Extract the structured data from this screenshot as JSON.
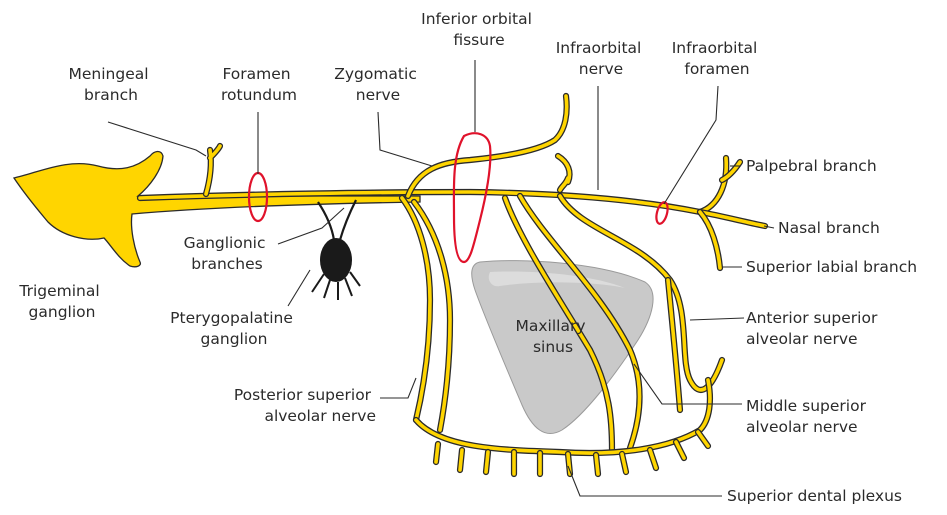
{
  "colors": {
    "nerve": "#ffd500",
    "nerve_outline": "#2b2b2b",
    "foramen_ring": "#e0122b",
    "sinus_fill": "#c9c9c9",
    "ganglion_fill": "#1a1a1a",
    "label_text": "#2b2b2b"
  },
  "labels": {
    "meningeal_branch": [
      "Meningeal",
      "branch"
    ],
    "foramen_rotundum": [
      "Foramen",
      "rotundum"
    ],
    "zygomatic_nerve": [
      "Zygomatic",
      "nerve"
    ],
    "inferior_orbital_fissure": [
      "Inferior orbital",
      "fissure"
    ],
    "infraorbital_nerve": [
      "Infraorbital",
      "nerve"
    ],
    "infraorbital_foramen": [
      "Infraorbital",
      "foramen"
    ],
    "palpebral_branch": "Palpebral branch",
    "nasal_branch": "Nasal branch",
    "superior_labial_branch": "Superior labial branch",
    "anterior_superior_alveolar_nerve": [
      "Anterior superior",
      "alveolar nerve"
    ],
    "middle_superior_alveolar_nerve": [
      "Middle superior",
      "alveolar nerve"
    ],
    "superior_dental_plexus": "Superior dental plexus",
    "posterior_superior_alveolar_nerve": [
      "Posterior superior",
      "alveolar nerve"
    ],
    "pterygopalatine_ganglion": [
      "Pterygopalatine",
      "ganglion"
    ],
    "ganglionic_branches": [
      "Ganglionic",
      "branches"
    ],
    "trigeminal_ganglion": [
      "Trigeminal",
      "ganglion"
    ],
    "maxillary_sinus": [
      "Maxillary",
      "sinus"
    ]
  }
}
